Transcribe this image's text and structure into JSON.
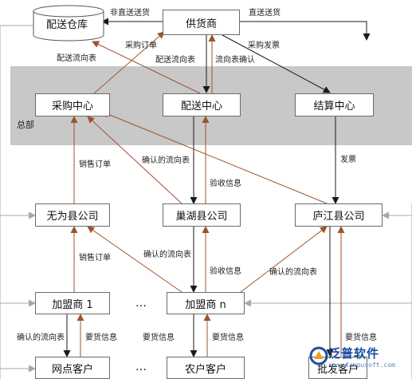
{
  "nodes": {
    "warehouse": "配送仓库",
    "supplier": "供货商",
    "purchase_center": "采购中心",
    "distribution_center": "配送中心",
    "settlement_center": "结算中心",
    "hq": "总部",
    "wuwei": "无为县公司",
    "chaohu": "巢湖县公司",
    "lujiang": "庐江县公司",
    "franchise_1": "加盟商 1",
    "franchise_n": "加盟商 n",
    "ellipsis_1": "…",
    "ellipsis_2": "…",
    "outlet_customer": "网点客户",
    "farmer_customer": "农户客户",
    "wholesale_customer": "批发客户"
  },
  "edge_labels": {
    "non_direct": "非直送送货",
    "direct": "直送送货",
    "purchase_order": "采购订单",
    "purchase_invoice": "采购发票",
    "distribution_flow_1": "配送流向表",
    "distribution_flow_2": "配送流向表",
    "flow_confirm": "流向表确认",
    "sales_order_1": "销售订单",
    "confirmed_flow_1": "确认的流向表",
    "receipt_info_1": "验收信息",
    "invoice": "发票",
    "sales_order_2": "销售订单",
    "confirmed_flow_2": "确认的流向表",
    "receipt_info_2": "验收信息",
    "confirmed_flow_3": "确认的流向表",
    "confirmed_flow_4": "确认的流向表",
    "request_info_1": "要货信息",
    "request_info_2": "要货信息",
    "request_info_3": "要货信息"
  },
  "logo": {
    "name": "泛普软件",
    "url": "www.fanpusoft.com"
  },
  "colors": {
    "hq_band": "#c8c8c8",
    "black_line": "#1a1a1a",
    "brown_line": "#a0522d",
    "gray_line": "#a8a8a8",
    "logo_blue": "#1a4fa0"
  }
}
